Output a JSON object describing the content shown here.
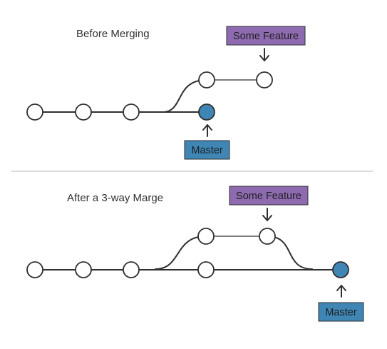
{
  "colors": {
    "feature": "#8e6bb0",
    "master": "#3f86b4",
    "node_fill": "#ffffff",
    "line": "#2f2f2f",
    "divider": "#b5b5b5"
  },
  "before": {
    "heading": "Before Merging",
    "feature_label": "Some Feature",
    "master_label": "Master"
  },
  "after": {
    "heading": "After a 3-way Marge",
    "feature_label": "Some Feature",
    "master_label": "Master"
  }
}
